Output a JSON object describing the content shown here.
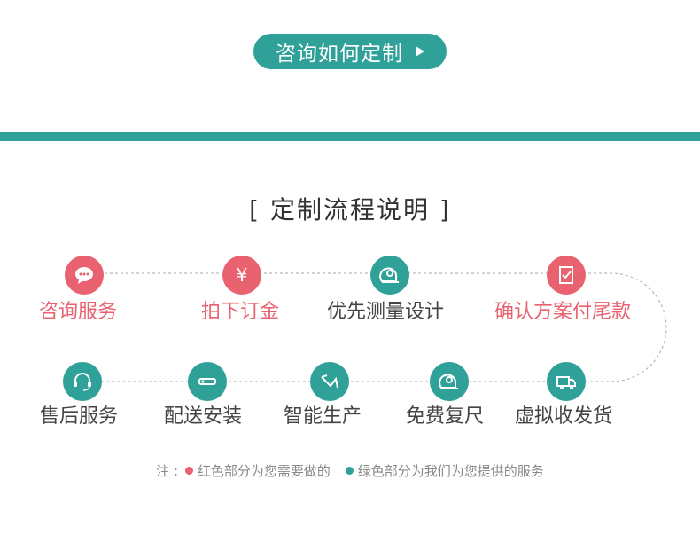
{
  "consult_button": {
    "label": "咨询如何定制"
  },
  "section_title": "[  定制流程说明  ]",
  "steps_row1": [
    {
      "label": "咨询服务",
      "color": "red",
      "icon": "chat-icon"
    },
    {
      "label": "拍下订金",
      "color": "red",
      "icon": "yen-icon"
    },
    {
      "label": "优先测量设计",
      "color": "green",
      "icon": "tape-measure-icon"
    },
    {
      "label": "确认方案付尾款",
      "color": "red",
      "icon": "checklist-icon"
    }
  ],
  "steps_row2": [
    {
      "label": "售后服务",
      "color": "green",
      "icon": "headset-icon"
    },
    {
      "label": "配送安装",
      "color": "green",
      "icon": "wrench-icon"
    },
    {
      "label": "智能生产",
      "color": "green",
      "icon": "saw-icon"
    },
    {
      "label": "免费复尺",
      "color": "green",
      "icon": "tape-measure-icon"
    },
    {
      "label": "虚拟收发货",
      "color": "green",
      "icon": "truck-icon"
    }
  ],
  "note": {
    "prefix": "注 :",
    "red_text": "红色部分为您需要做的",
    "green_text": "绿色部分为我们为您提供的服务"
  },
  "colors": {
    "accent_green": "#2fa198",
    "accent_red": "#e8626f"
  }
}
